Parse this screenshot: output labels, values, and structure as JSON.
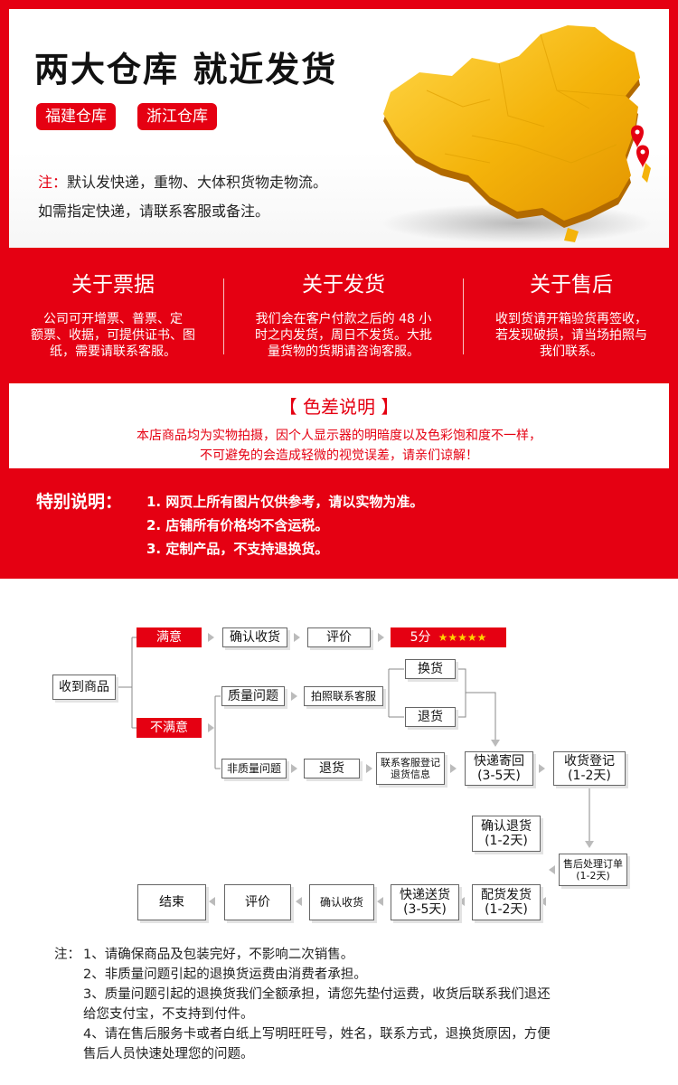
{
  "header": {
    "title": "两大仓库  就近发货",
    "warehouses": [
      "福建仓库",
      "浙江仓库"
    ],
    "note_prefix": "注：",
    "note_line1": "默认发快递，重物、大体积货物走物流。",
    "note_line2": "如需指定快递，请联系客服或备注。"
  },
  "columns": [
    {
      "title": "关于票据",
      "body": [
        "公司可开增票、普票、定",
        "额票、收据，可提供证书、图",
        "纸，需要请联系客服。"
      ]
    },
    {
      "title": "关于发货",
      "body": [
        "我们会在客户付款之后的 48 小",
        "时之内发货，周日不发货。大批",
        "量货物的货期请咨询客服。"
      ]
    },
    {
      "title": "关于售后",
      "body": [
        "收到货请开箱验货再签收，",
        "若发现破损，请当场拍照与",
        "我们联系。"
      ]
    }
  ],
  "color_notice": {
    "title": "【  色差说明  】",
    "line1": "本店商品均为实物拍摄，因个人显示器的明暗度以及色彩饱和度不一样，",
    "line2": "不可避免的会造成轻微的视觉误差，请亲们谅解！"
  },
  "special": {
    "label": "特别说明：",
    "items": [
      "1. 网页上所有图片仅供参考，请以实物为准。",
      "2. 店铺所有价格均不含运税。",
      "3. 定制产品，不支持退换货。"
    ]
  },
  "flow": {
    "receive": "收到商品",
    "satisfied": "满意",
    "confirm_receipt": "确认收货",
    "review": "评价",
    "five_star": "5分",
    "stars": "★★★★★",
    "unsatisfied": "不满意",
    "quality_issue": "质量问题",
    "photo_contact": "拍照联系客服",
    "exchange": "换货",
    "return": "退货",
    "non_quality_issue": "非质量问题",
    "return2": "退货",
    "contact_register_1": "联系客服登记",
    "contact_register_2": "退货信息",
    "express_back_1": "快递寄回",
    "express_back_2": "(3-5天)",
    "receive_register_1": "收货登记",
    "receive_register_2": "(1-2天)",
    "after_sales_1": "售后处理订单",
    "after_sales_2": "(1-2天)",
    "confirm_return_1": "确认退货",
    "confirm_return_2": "(1-2天)",
    "dispatch_1": "配货发货",
    "dispatch_2": "(1-2天)",
    "express_send_1": "快递送货",
    "express_send_2": "(3-5天)",
    "confirm_receipt2": "确认收货",
    "review2": "评价",
    "end": "结束"
  },
  "bottom_notes": {
    "prefix": "注：",
    "n1": "1、请确保商品及包装完好，不影响二次销售。",
    "n2": "2、非质量问题引起的退换货运费由消费者承担。",
    "n3a": "3、质量问题引起的退换货我们全额承担，请您先垫付运费，收货后联系我们退还",
    "n3b": "给您支付宝，不支持到付件。",
    "n4a": "4、请在售后服务卡或者白纸上写明旺旺号，姓名，联系方式，退换货原因，方便",
    "n4b": "售后人员快速处理您的问题。"
  },
  "colors": {
    "brand_red": "#e50012",
    "map_gold": "#f4b30a",
    "star_yellow": "#ffd200"
  }
}
